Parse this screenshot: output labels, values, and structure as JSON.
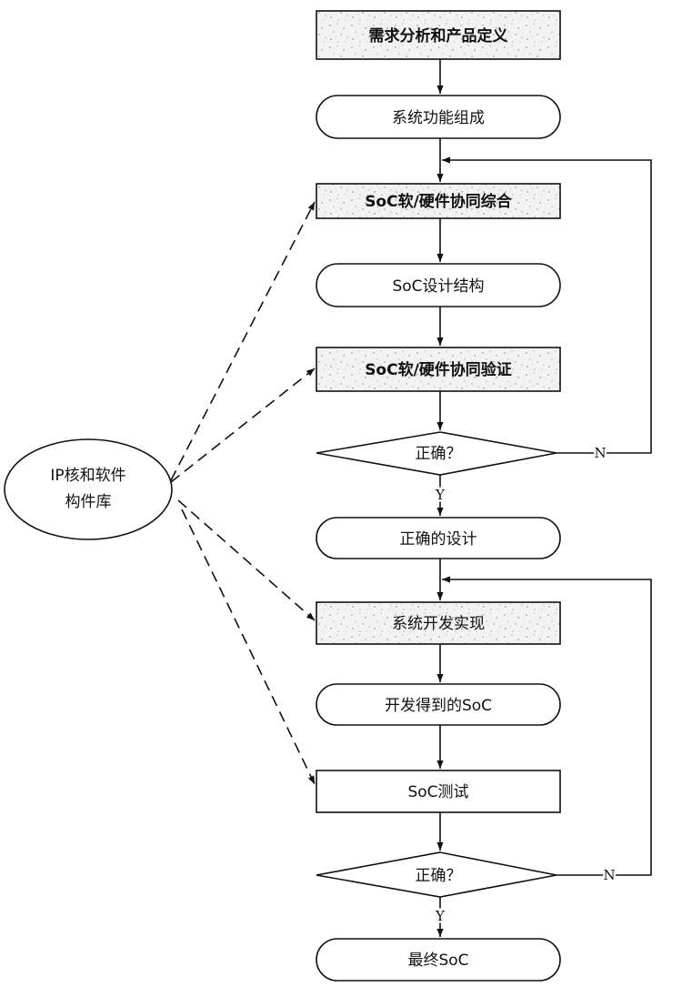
{
  "diagram": {
    "nodes": {
      "req": "需求分析和产品定义",
      "func": "系统功能组成",
      "cosyn": "SoC软/硬件协同综合",
      "arch": "SoC设计结构",
      "cover": "SoC软/硬件协同验证",
      "check1": "正确？",
      "design": "正确的设计",
      "impl": "系统开发实现",
      "dev": "开发得到的SoC",
      "test": "SoC测试",
      "check2": "正确？",
      "final": "最终SoC",
      "ip_line1": "IP核和软件",
      "ip_line2": "构件库"
    },
    "edges": {
      "yes1": "Y",
      "no1": "N",
      "yes2": "Y",
      "no2": "N"
    }
  }
}
